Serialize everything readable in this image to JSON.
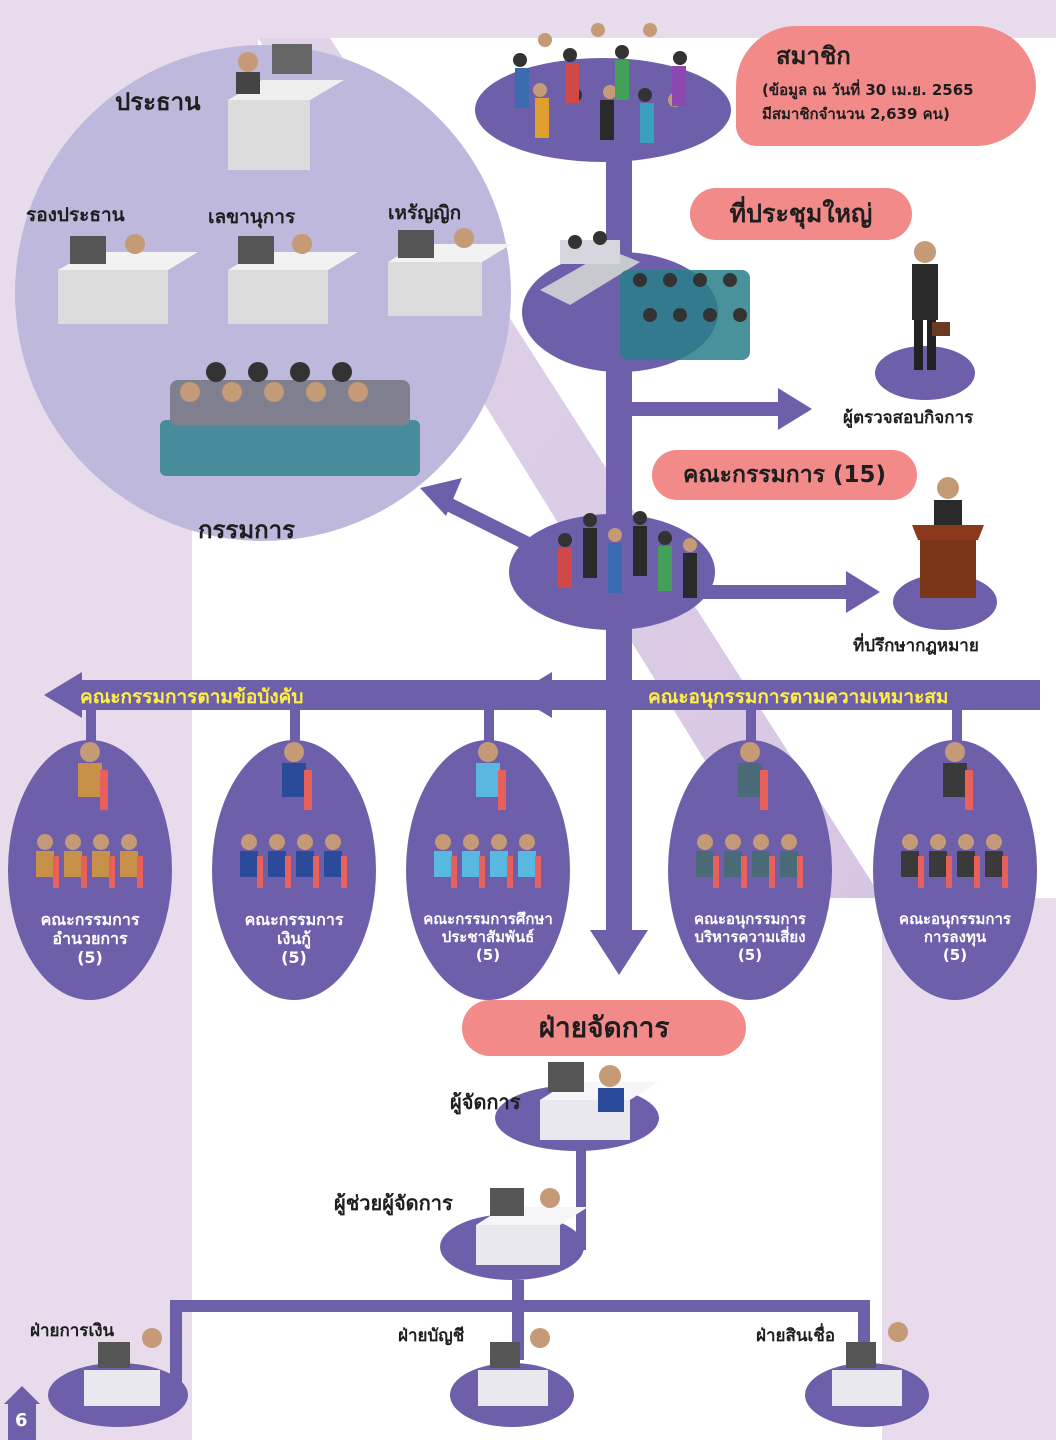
{
  "colors": {
    "purple": "#6e5faa",
    "pink": "#f28a8a",
    "lavender": "#e8dcec",
    "circle": "#bdb8dc",
    "yellow": "#ffee44"
  },
  "board_circle": {
    "chairman": "ประธาน",
    "vice_chairman": "รองประธาน",
    "secretary": "เลขานุการ",
    "treasurer": "เหรัญญิก",
    "directors": "กรรมการ"
  },
  "members": {
    "title": "สมาชิก",
    "note_line1": "(ข้อมูล ณ วันที่ 30 เม.ย. 2565",
    "note_line2": "มีสมาชิกจำนวน 2,639 คน)"
  },
  "general_meeting": "ที่ประชุมใหญ่",
  "auditor": "ผู้ตรวจสอบกิจการ",
  "board": "คณะกรรมการ (15)",
  "legal_advisor": "ที่ปรึกษากฎหมาย",
  "regulation_committees": "คณะกรรมการตามข้อบังคับ",
  "appropriate_subcommittees": "คณะอนุกรรมการตามความเหมาะสม",
  "committees": [
    {
      "line1": "คณะกรรมการ",
      "line2": "อำนวยการ",
      "count": "(5)",
      "shirt": "#c8914a"
    },
    {
      "line1": "คณะกรรมการ",
      "line2": "เงินกู้",
      "count": "(5)",
      "shirt": "#2c4a9a"
    },
    {
      "line1": "คณะกรรมการศึกษา",
      "line2": "ประชาสัมพันธ์",
      "count": "(5)",
      "shirt": "#58b8e0"
    },
    {
      "line1": "คณะอนุกรรมการ",
      "line2": "บริหารความเสี่ยง",
      "count": "(5)",
      "shirt": "#4a6a78"
    },
    {
      "line1": "คณะอนุกรรมการ",
      "line2": "การลงทุน",
      "count": "(5)",
      "shirt": "#3a3a3a"
    }
  ],
  "management": {
    "title": "ฝ่ายจัดการ",
    "manager": "ผู้จัดการ",
    "assistant": "ผู้ช่วยผู้จัดการ"
  },
  "departments": [
    "ฝ่ายการเงิน",
    "ฝ่ายบัญชี",
    "ฝ่ายสินเชื่อ"
  ],
  "page_number": "6",
  "icons": {
    "home": "home-icon"
  }
}
